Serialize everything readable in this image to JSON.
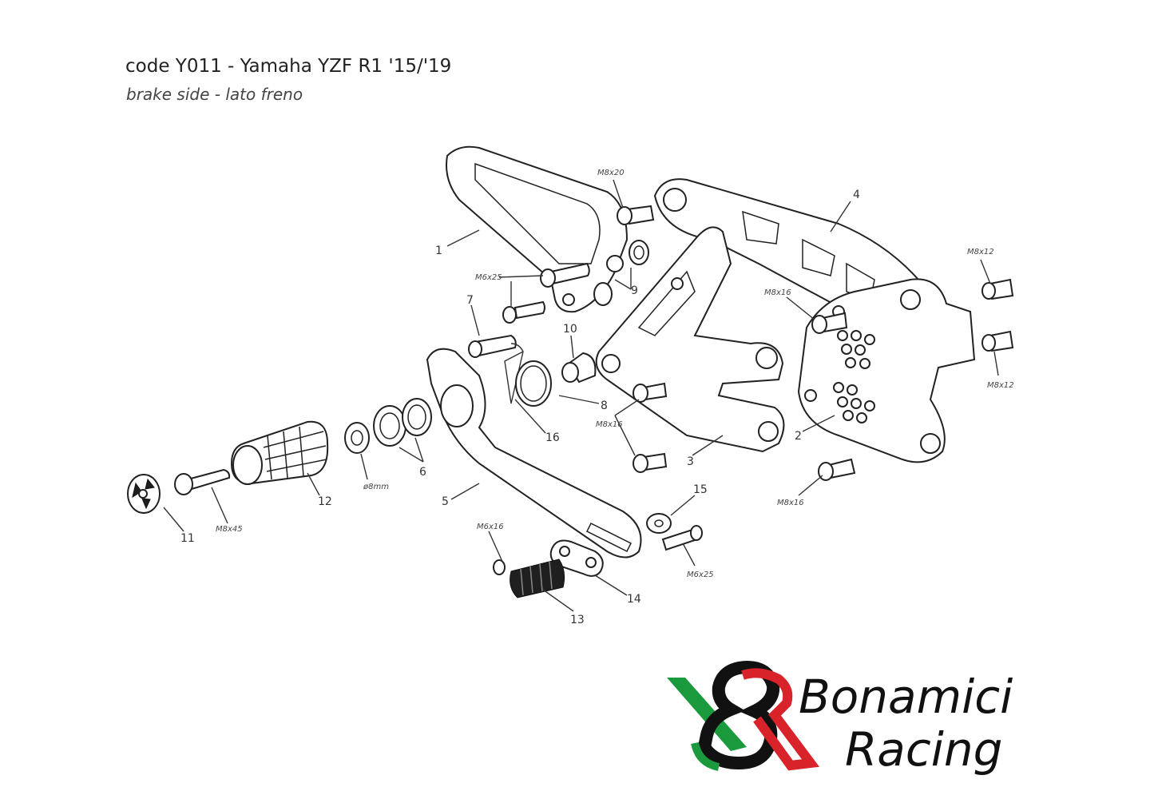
{
  "header": {
    "title": "code Y011 - Yamaha YZF R1 '15/'19",
    "subtitle": "brake side - lato freno"
  },
  "callouts": [
    "1",
    "2",
    "3",
    "4",
    "5",
    "6",
    "7",
    "8",
    "9",
    "10",
    "11",
    "12",
    "13",
    "14",
    "15",
    "16"
  ],
  "screws": {
    "m8x20": "M8x20",
    "m6x25_top": "M6x25",
    "m8x16_a": "M8x16",
    "m8x16_b": "M8x16",
    "m8x16_c": "M8x16",
    "m8x12_a": "M8x12",
    "m8x12_b": "M8x12",
    "m8x45": "M8x45",
    "m6x16": "M6x16",
    "m6x25_bottom": "M6x25",
    "o8mm": "ø8mm"
  },
  "brand": {
    "line1": "Bonamici",
    "line2": "Racing",
    "colors": {
      "green": "#1a9a3c",
      "red": "#d8232a",
      "black": "#111111"
    }
  }
}
